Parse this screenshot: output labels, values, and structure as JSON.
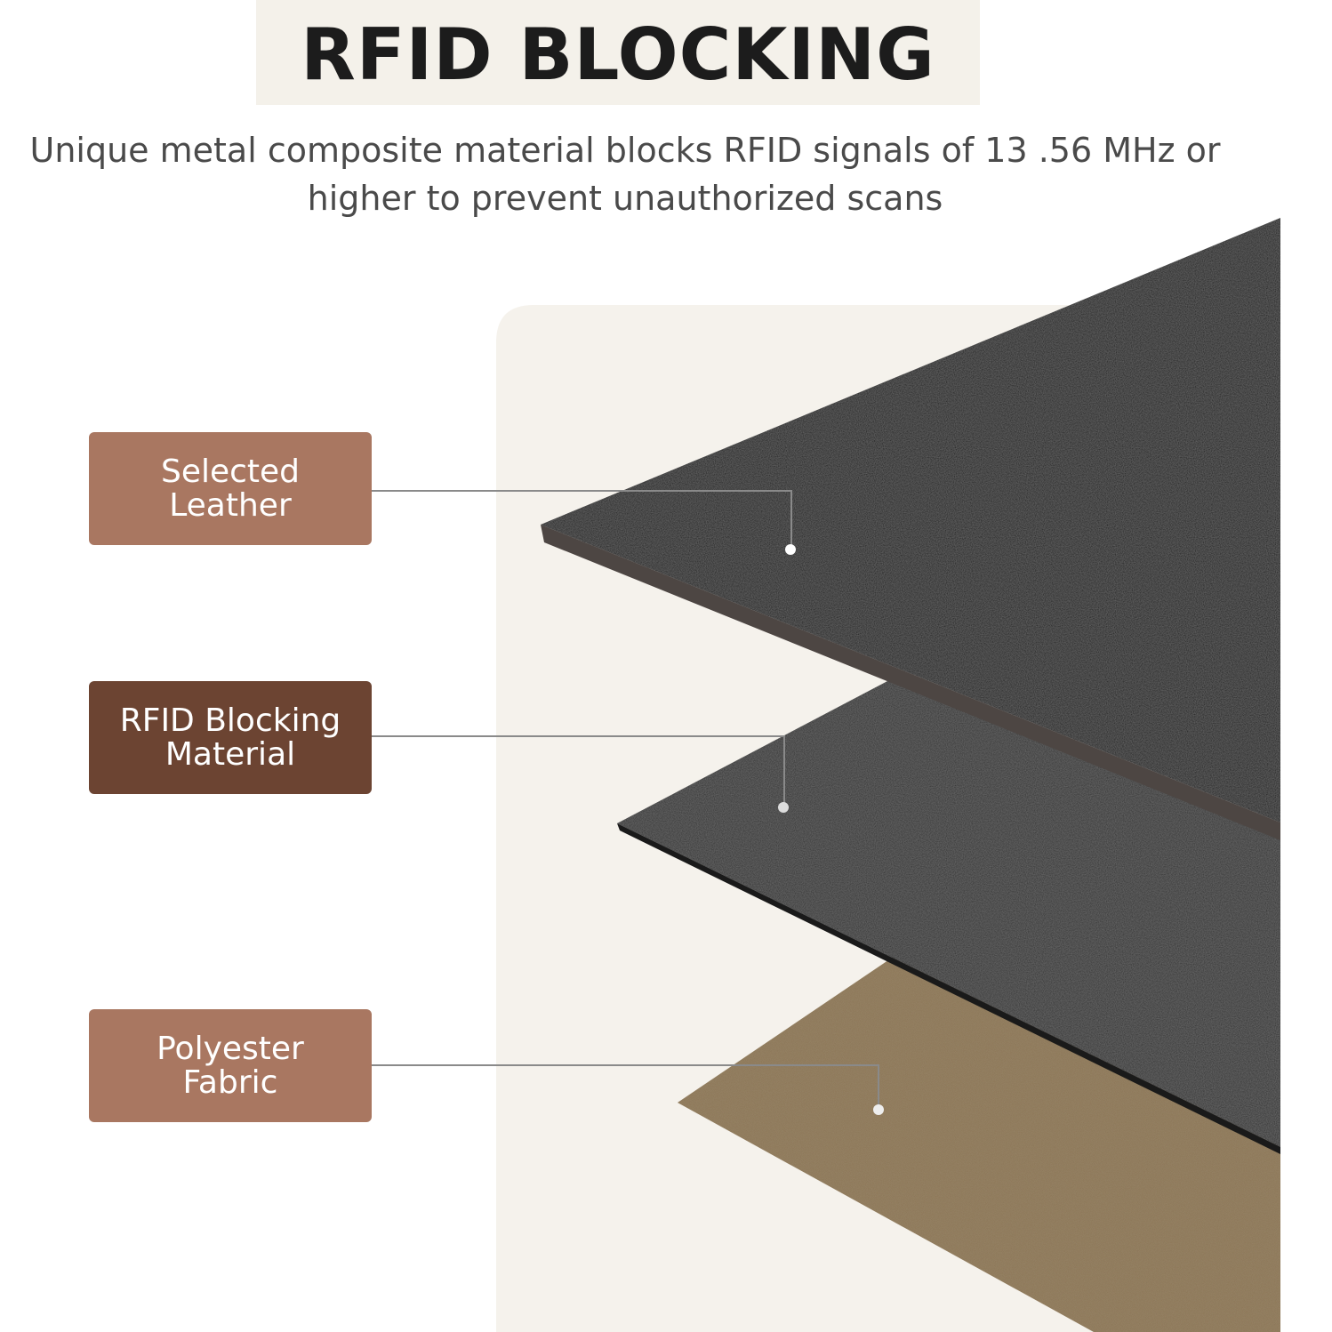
{
  "title": "RFID BLOCKING",
  "subtitle": {
    "line1": "Unique metal composite material blocks RFID signals of 13 .56 MHz or",
    "line2": "higher to prevent unauthorized scans"
  },
  "layers": [
    {
      "line1": "Selected",
      "line2": "Leather"
    },
    {
      "line1": "RFID Blocking",
      "line2": "Material"
    },
    {
      "line1": "Polyester",
      "line2": "Fabric"
    }
  ],
  "colors": {
    "title_bg": "#f4f1ea",
    "panel_bg": "#f5f2ec",
    "label_light": "#a97761",
    "label_dark": "#6c4432",
    "leather": "#111111",
    "rfid_material": "#2a2a2a",
    "fabric": "#8a7352"
  }
}
